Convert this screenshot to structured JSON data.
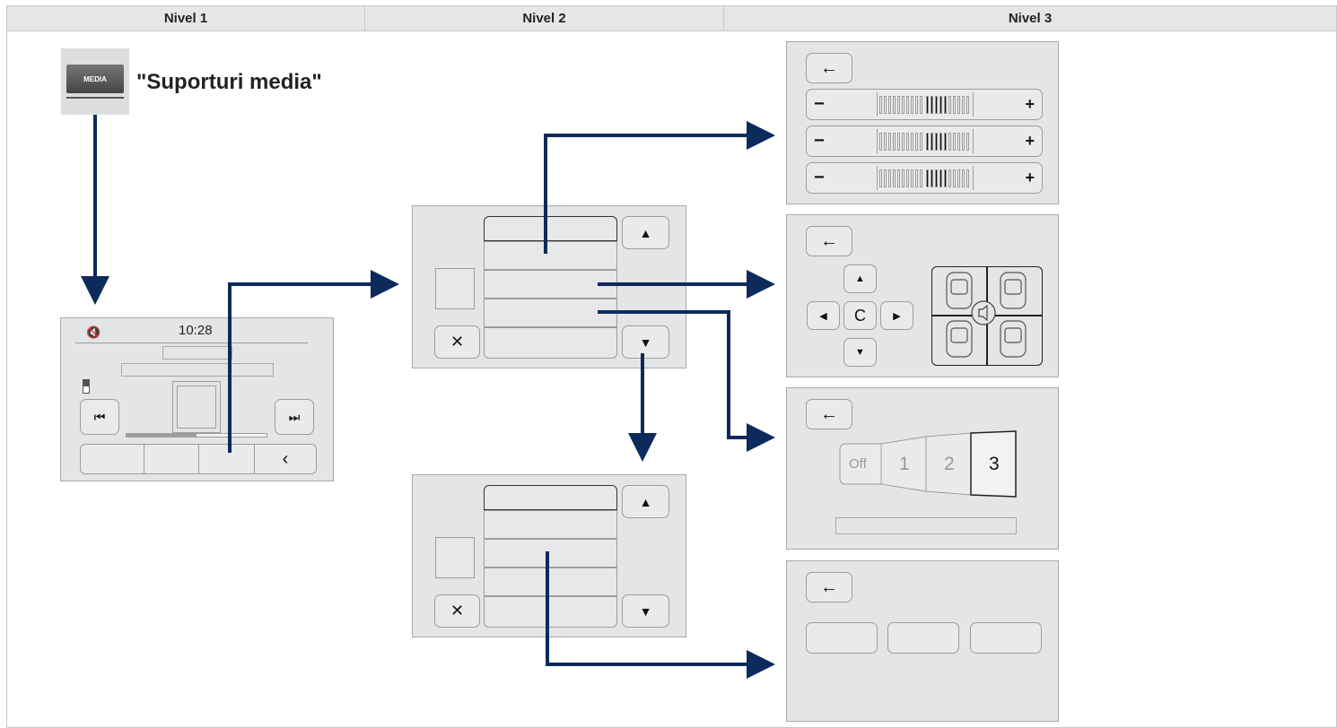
{
  "headers": [
    "Nivel 1",
    "Nivel 2",
    "Nivel 3"
  ],
  "media_button_label": "MEDIA",
  "title": "\"Suporturi media\"",
  "player": {
    "time": "10:28"
  },
  "center_button_label": "C",
  "level_selector": [
    "Off",
    "1",
    "2",
    "3"
  ],
  "icons": {
    "back": "←",
    "up": "▲",
    "down": "▼",
    "left": "◀",
    "right": "▶",
    "close": "✕",
    "prev": "⏮",
    "next": "⏭",
    "chevron_left": "‹",
    "minus": "−",
    "plus": "+"
  },
  "colors": {
    "arrow": "#0d2a5c",
    "panel": "#e4e5e7",
    "header": "#e6e6e6"
  }
}
